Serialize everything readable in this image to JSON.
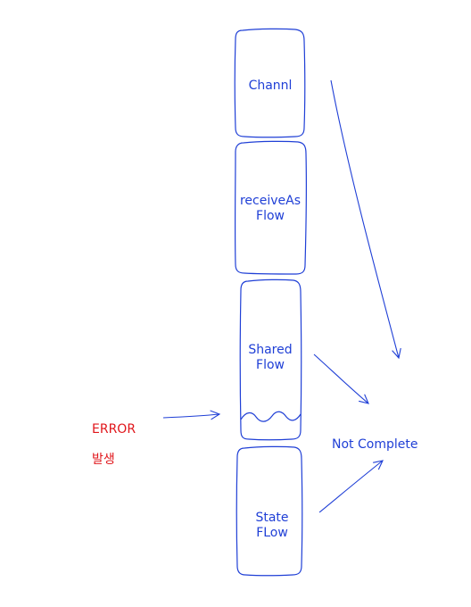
{
  "nodes": {
    "channel": {
      "text": "Channl"
    },
    "receive_as_flow": {
      "text": "receiveAs\nFlow"
    },
    "shared_flow": {
      "text": "Shared\nFlow"
    },
    "state_flow": {
      "text": "State\nFLow"
    }
  },
  "annotations": {
    "error": {
      "line1": "ERROR",
      "line2": "발생"
    },
    "not_complete": {
      "text": "Not Complete"
    }
  },
  "colors": {
    "stroke": "#1f3fd6",
    "error": "#e0161b"
  }
}
